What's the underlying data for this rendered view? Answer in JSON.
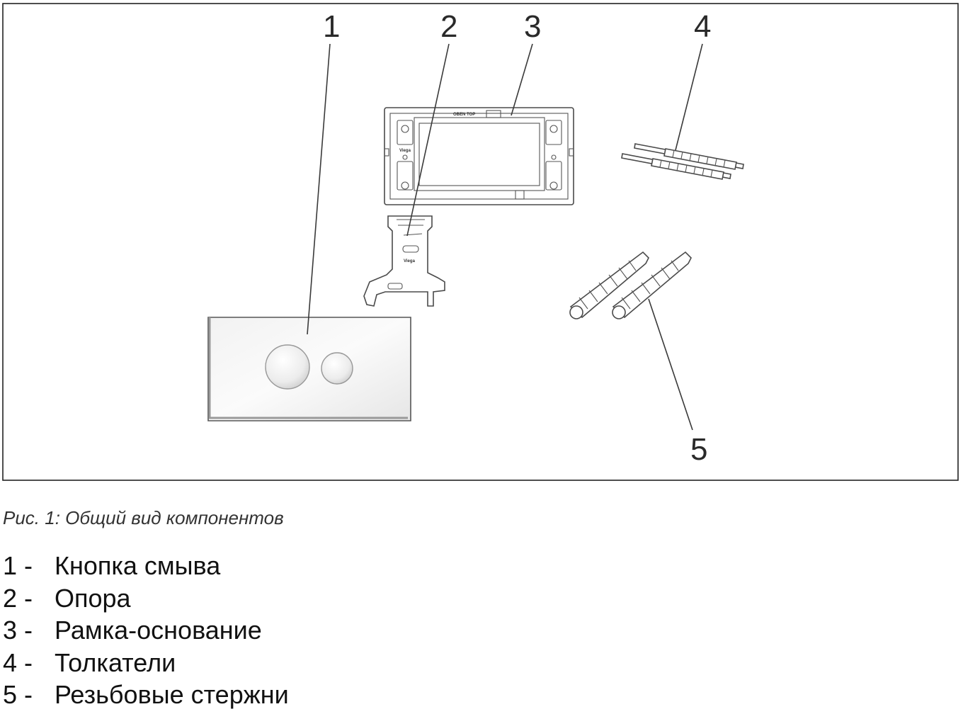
{
  "callouts": [
    "1",
    "2",
    "3",
    "4",
    "5"
  ],
  "frame_top_label": "OBEN TOP",
  "brand_mark": "Viega",
  "caption": "Рис. 1: Общий вид компонентов",
  "legend": [
    {
      "num": "1 -",
      "text": "Кнопка смыва"
    },
    {
      "num": "2 -",
      "text": "Опора"
    },
    {
      "num": "3 -",
      "text": "Рамка-основание"
    },
    {
      "num": "4 -",
      "text": "Толкатели"
    },
    {
      "num": "5 -",
      "text": "Резьбовые стержни"
    }
  ]
}
